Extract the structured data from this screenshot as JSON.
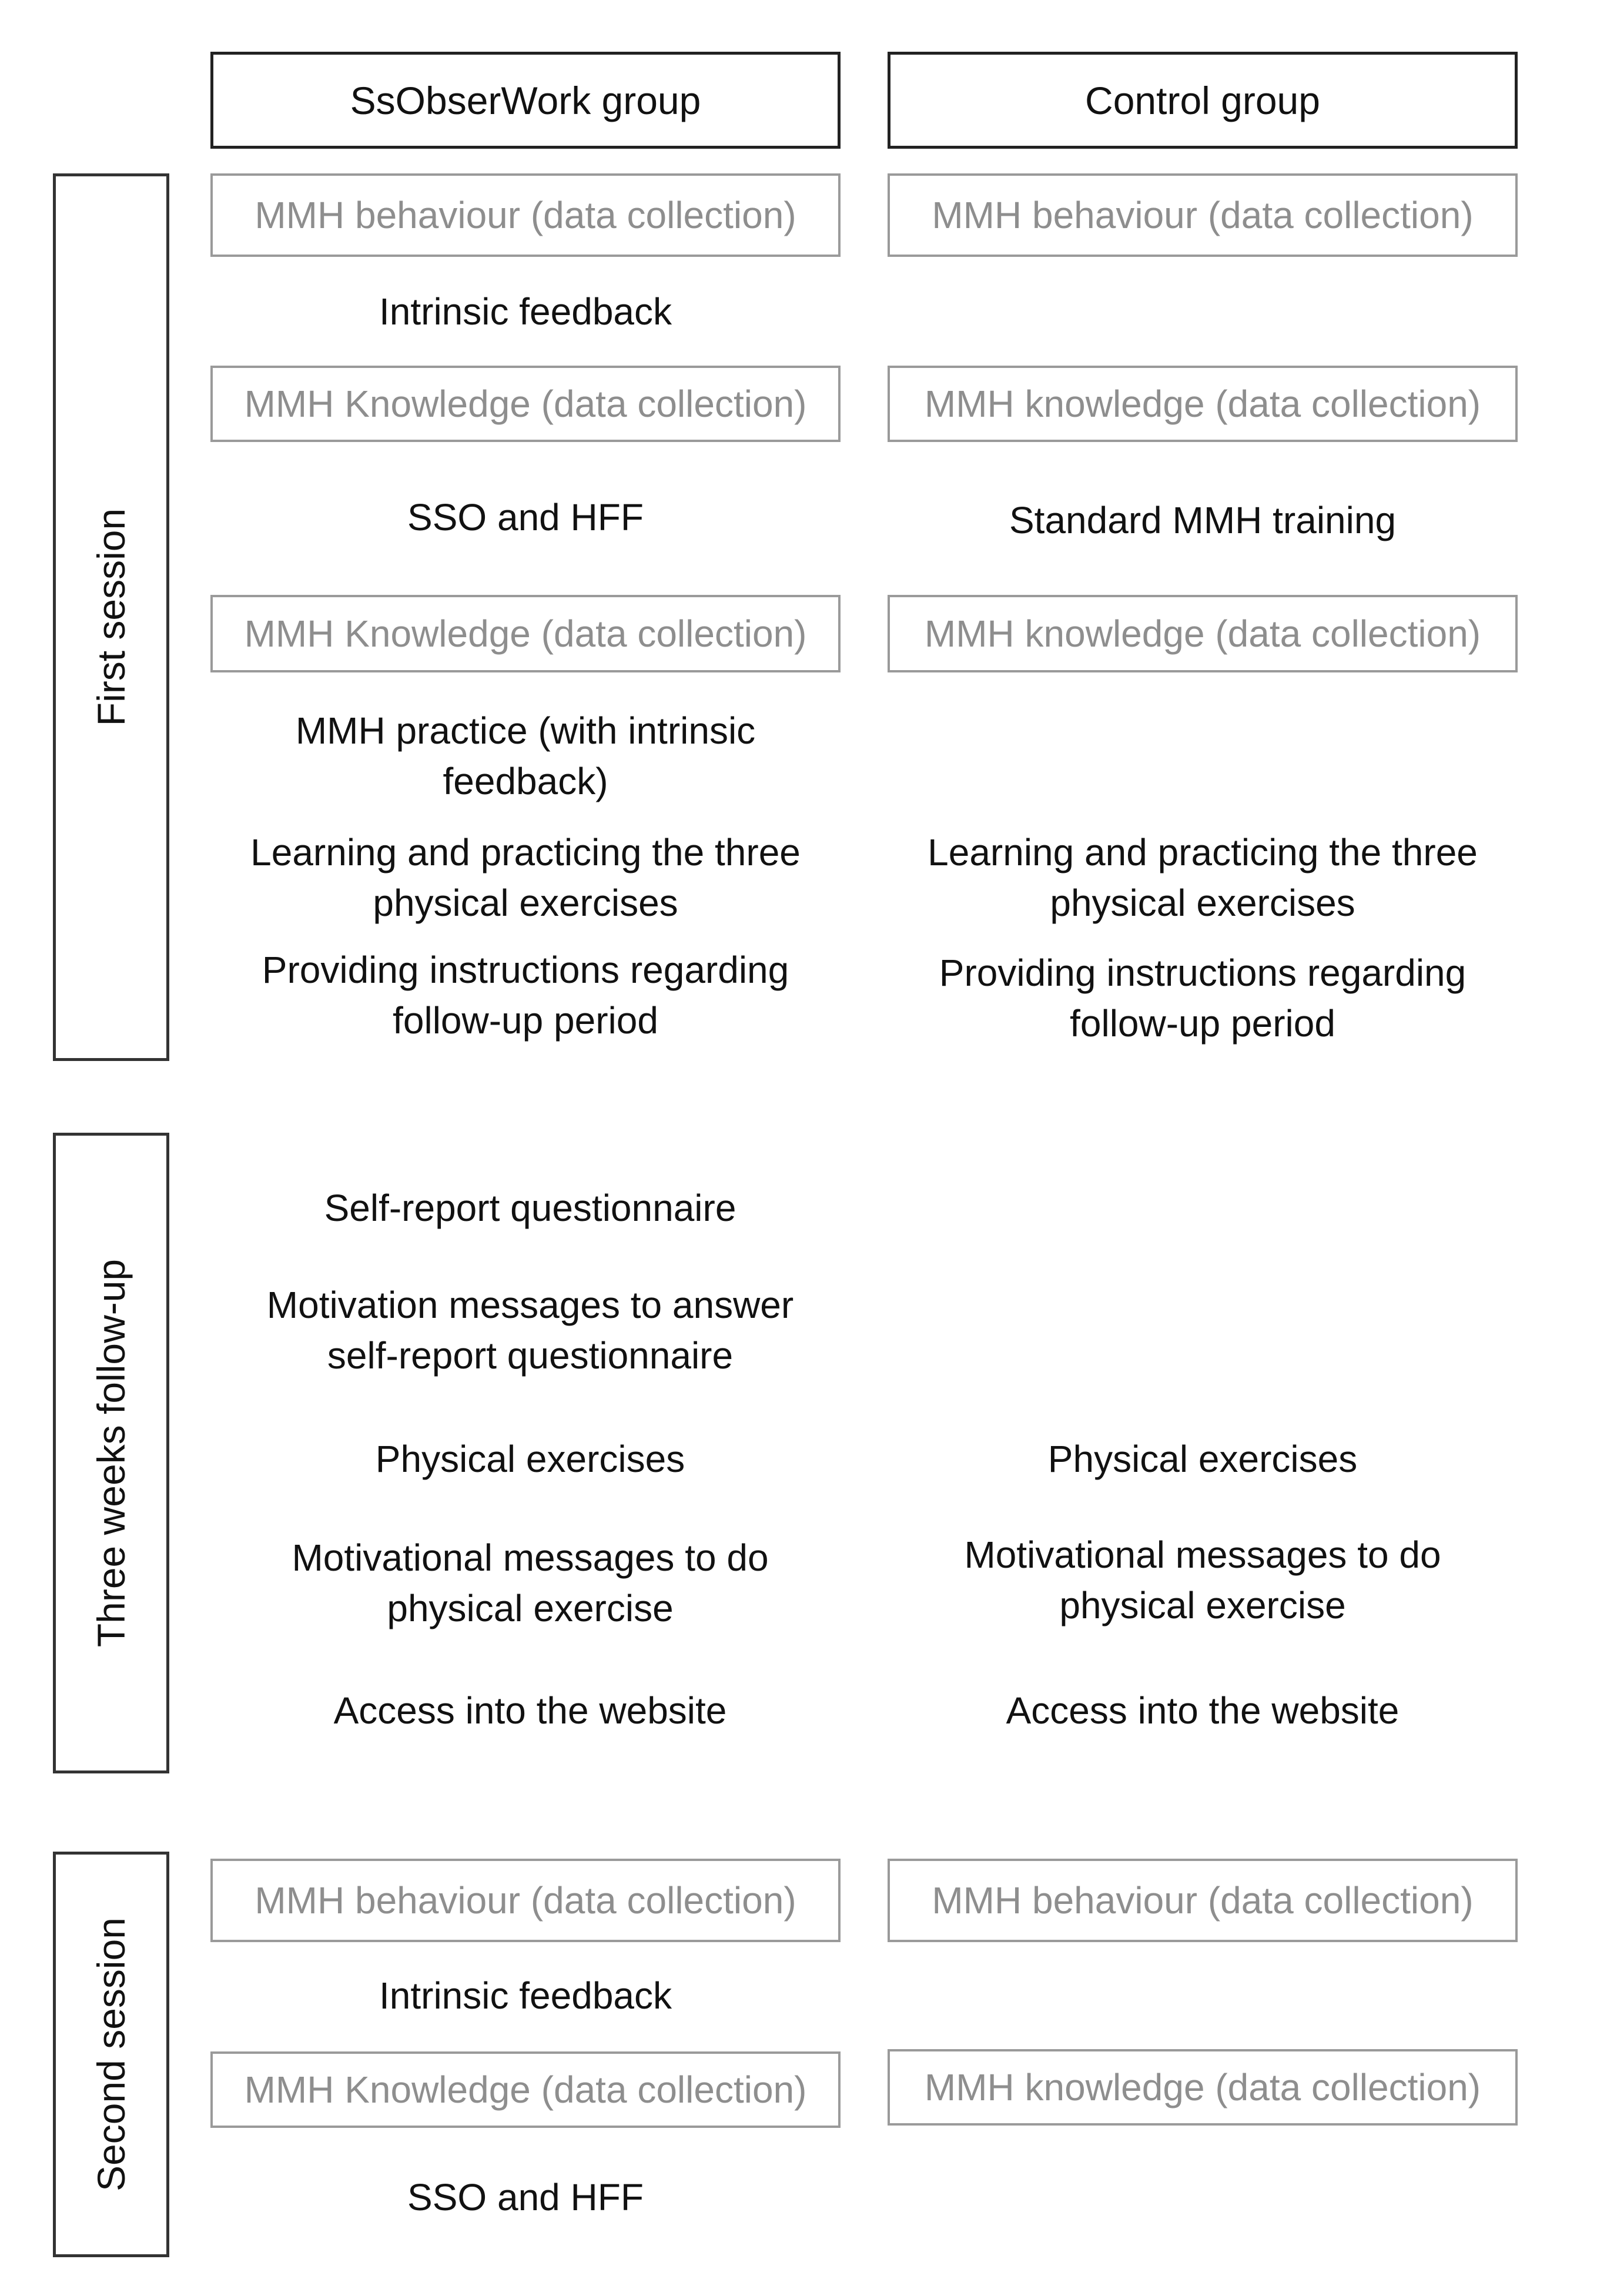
{
  "columns": {
    "left": "SsObserWork group",
    "right": "Control group"
  },
  "phases": {
    "first": "First session",
    "followup": "Three weeks follow-up",
    "second": "Second session"
  },
  "first_session": {
    "left": {
      "behaviour": "MMH behaviour (data collection)",
      "intrinsic": "Intrinsic feedback",
      "knowledge1": "MMH Knowledge (data collection)",
      "sso": "SSO and HFF",
      "knowledge2": "MMH Knowledge (data collection)",
      "practice": "MMH practice (with intrinsic\nfeedback)",
      "exercises": "Learning and practicing the three\nphysical exercises",
      "instructions": "Providing instructions regarding\nfollow-up period"
    },
    "right": {
      "behaviour": "MMH behaviour (data collection)",
      "knowledge1": "MMH knowledge (data collection)",
      "training": "Standard MMH training",
      "knowledge2": "MMH knowledge (data collection)",
      "exercises": "Learning and practicing the three\nphysical exercises",
      "instructions": "Providing instructions regarding\nfollow-up period"
    }
  },
  "followup": {
    "left": {
      "questionnaire": "Self-report questionnaire",
      "motivation_q": "Motivation messages to answer\nself-report questionnaire",
      "physical": "Physical exercises",
      "motivation_ex": "Motivational messages to do\nphysical exercise",
      "website": "Access into the website"
    },
    "right": {
      "physical": "Physical exercises",
      "motivation_ex": "Motivational messages to do\nphysical exercise",
      "website": "Access into the website"
    }
  },
  "second_session": {
    "left": {
      "behaviour": "MMH behaviour (data collection)",
      "intrinsic": "Intrinsic feedback",
      "knowledge": "MMH Knowledge (data collection)",
      "sso": "SSO and HFF"
    },
    "right": {
      "behaviour": "MMH behaviour (data collection)",
      "knowledge": "MMH knowledge (data collection)"
    }
  }
}
